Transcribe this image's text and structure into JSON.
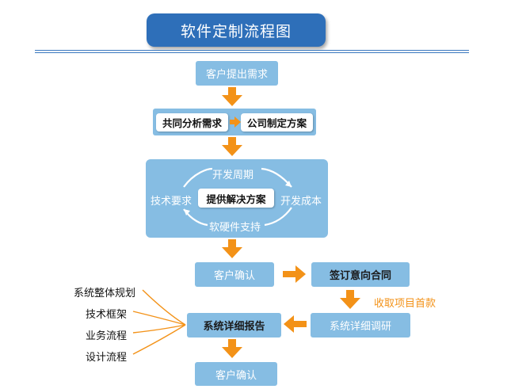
{
  "title": "软件定制流程图",
  "steps": {
    "request": "客户提出需求",
    "analysis": "共同分析需求",
    "plan": "公司制定方案",
    "cycle_top": "开发周期",
    "cycle_left": "技术要求",
    "cycle_center": "提供解决方案",
    "cycle_right": "开发成本",
    "cycle_bottom": "软硬件支持",
    "confirm1": "客户确认",
    "contract": "签订意向合同",
    "payment": "收取项目首款",
    "research": "系统详细调研",
    "report": "系统详细报告",
    "confirm2": "客户确认"
  },
  "report_items": [
    "系统整体规划",
    "技术框架",
    "业务流程",
    "设计流程"
  ],
  "colors": {
    "title_bg": "#2e6fb9",
    "box_bg": "#86bde3",
    "arrow": "#f39218"
  }
}
